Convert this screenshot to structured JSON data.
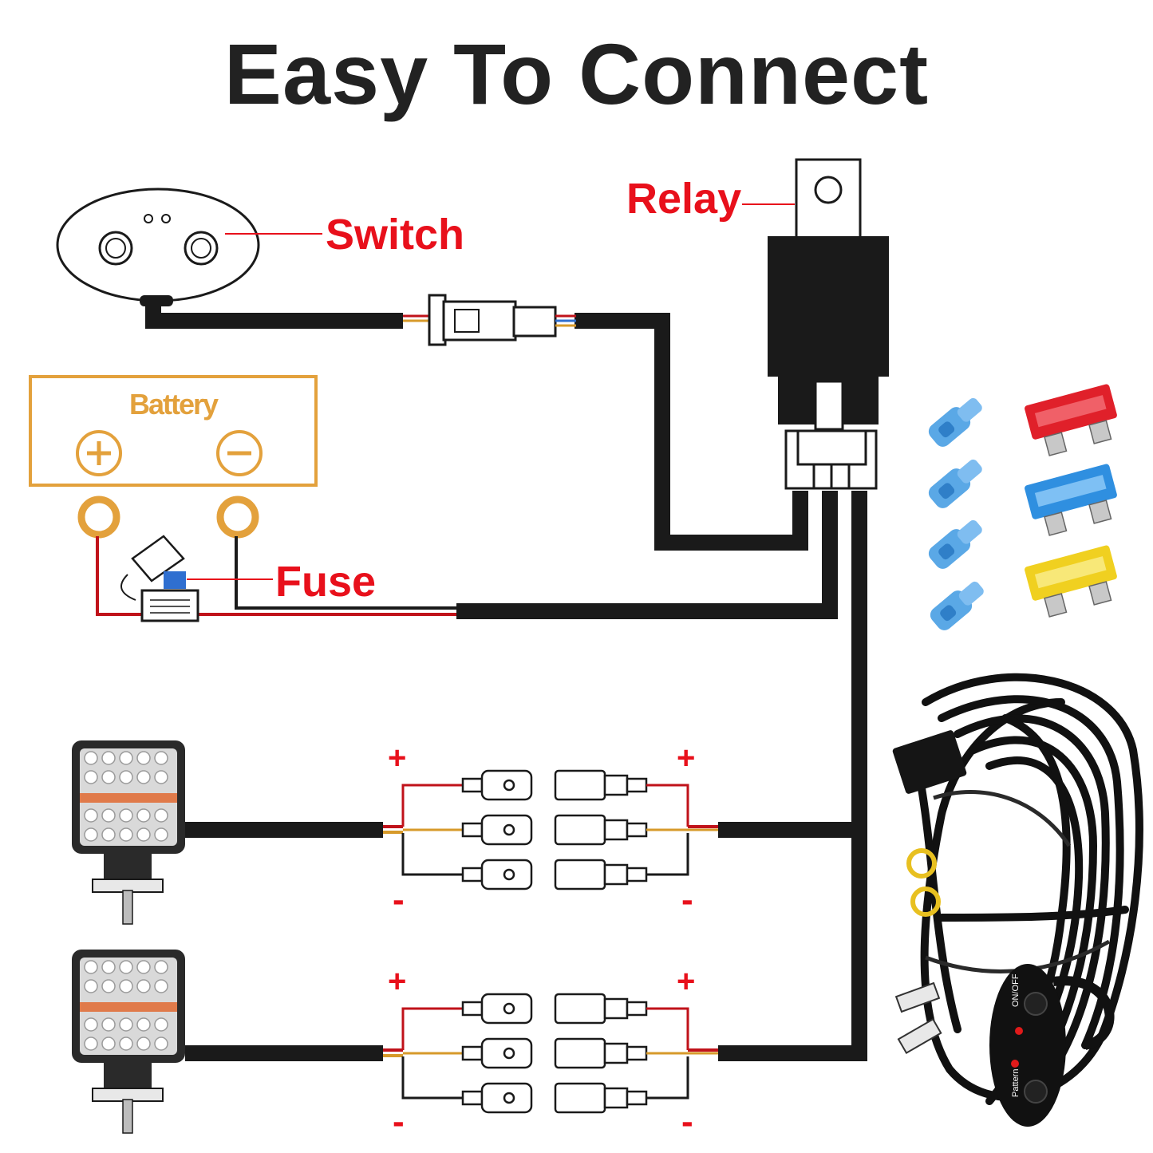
{
  "title": "Easy To Connect",
  "labels": {
    "relay": "Relay",
    "switch": "Switch",
    "fuse": "Fuse",
    "battery": "Battery"
  },
  "signs": {
    "plus": "+",
    "minus": "-"
  },
  "colors": {
    "label_red": "#e8101b",
    "title_dark": "#222222",
    "battery_orange": "#e3a13c",
    "wire_black": "#1a1a1a",
    "wire_red": "#c0121a",
    "wire_yellow": "#d79a2a",
    "fuse_red": "#e0202a",
    "fuse_blue": "#2f8fe0",
    "fuse_yellow": "#f0d020",
    "terminal_blue": "#5aa8e6"
  }
}
